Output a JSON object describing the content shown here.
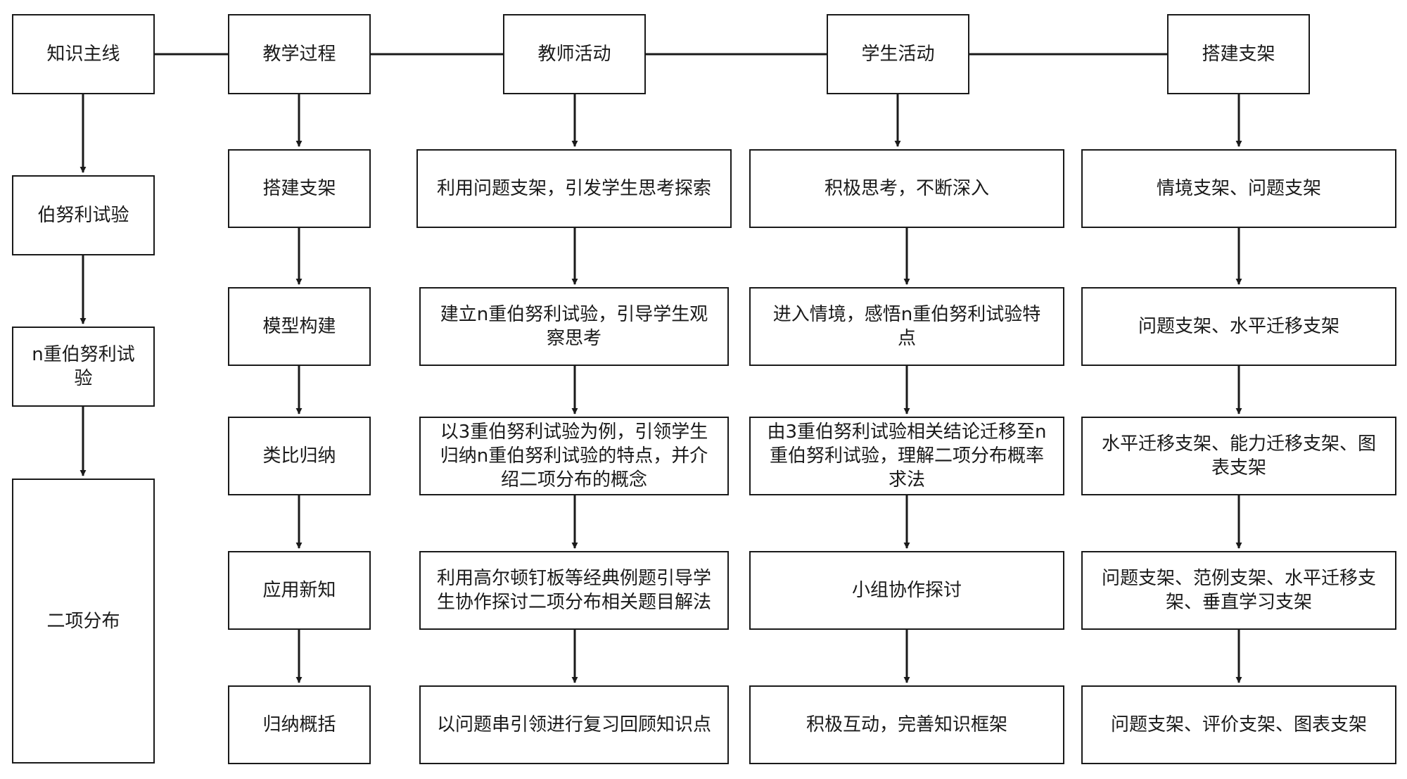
{
  "headers": {
    "knowledge": "知识主线",
    "teaching": "教学过程",
    "teacher": "教师活动",
    "student": "学生活动",
    "scaffold": "搭建支架"
  },
  "knowledge": {
    "n1": "伯努利试验",
    "n2": "n重伯努利试验",
    "n3": "二项分布"
  },
  "teaching": {
    "s1": "搭建支架",
    "s2": "模型构建",
    "s3": "类比归纳",
    "s4": "应用新知",
    "s5": "归纳概括"
  },
  "teacher": {
    "s1": "利用问题支架，引发学生思考探索",
    "s2": "建立n重伯努利试验，引导学生观察思考",
    "s3": "以3重伯努利试验为例，引领学生归纳n重伯努利试验的特点，并介绍二项分布的概念",
    "s4": "利用高尔顿钉板等经典例题引导学生协作探讨二项分布相关题目解法",
    "s5": "以问题串引领进行复习回顾知识点"
  },
  "student": {
    "s1": "积极思考，不断深入",
    "s2": "进入情境，感悟n重伯努利试验特点",
    "s3": "由3重伯努利试验相关结论迁移至n重伯努利试验，理解二项分布概率求法",
    "s4": "小组协作探讨",
    "s5": "积极互动，完善知识框架"
  },
  "scaffold": {
    "s1": "情境支架、问题支架",
    "s2": "问题支架、水平迁移支架",
    "s3": "水平迁移支架、能力迁移支架、图表支架",
    "s4": "问题支架、范例支架、水平迁移支架、垂直学习支架",
    "s5": "问题支架、评价支架、图表支架"
  }
}
